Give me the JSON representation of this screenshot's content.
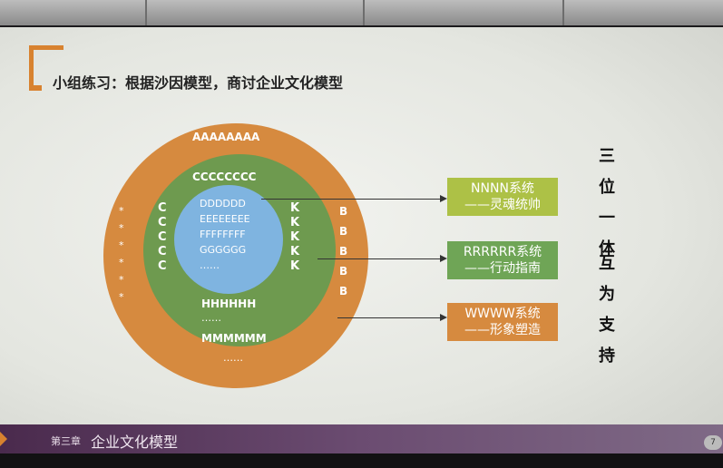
{
  "slide": {
    "title": "小组练习：根据沙因模型，商讨企业文化模型",
    "outer_ring": {
      "top_label": "AAAAAAAA",
      "bottom_label": "MMMMMM",
      "bottom_dots": "……",
      "left_marks": [
        "*",
        "*",
        "*",
        "*",
        "*",
        "*"
      ],
      "right_letters": [
        "B",
        "B",
        "B",
        "B",
        "B"
      ]
    },
    "middle_ring": {
      "top_label": "CCCCCCCC",
      "bottom_label": "HHHHHH",
      "bottom_dots": "……",
      "left_letters": [
        "C",
        "C",
        "C",
        "C",
        "C"
      ],
      "right_letters": [
        "K",
        "K",
        "K",
        "K",
        "K"
      ]
    },
    "inner_circle": {
      "lines": [
        "DDDDDD",
        "EEEEEEEE",
        "FFFFFFFF",
        "GGGGGG",
        "……"
      ]
    },
    "boxes": [
      {
        "title": "NNNN系统",
        "subtitle": "——灵魂统帅"
      },
      {
        "title": "RRRRRR系统",
        "subtitle": "——行动指南"
      },
      {
        "title": "WWWW系统",
        "subtitle": "——形象塑造"
      }
    ],
    "side_text_1": [
      "三",
      "位",
      "一",
      "体"
    ],
    "side_text_2": [
      "互",
      "为",
      "支",
      "持"
    ]
  },
  "footer": {
    "chapter": "第三章",
    "title": "企业文化模型",
    "page_number": "7"
  },
  "colors": {
    "accent": "#d8822f",
    "outer_ring": "#d68a3f",
    "middle_ring": "#6e9a4f",
    "inner_circle": "#7fb4e0",
    "box_1": "#adc146",
    "box_2": "#6fa556",
    "box_3": "#d68a3f",
    "footer": "#5b3a5f"
  }
}
